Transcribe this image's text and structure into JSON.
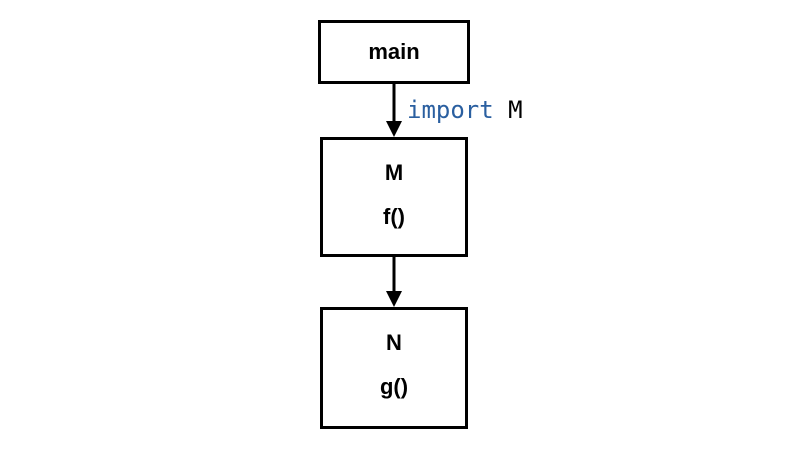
{
  "diagram": {
    "nodes": {
      "main": {
        "label": "main"
      },
      "m": {
        "title": "M",
        "member": "f()"
      },
      "n": {
        "title": "N",
        "member": "g()"
      }
    },
    "edges": [
      {
        "from": "main",
        "to": "M",
        "label_keyword": "import",
        "label_target": "M"
      },
      {
        "from": "M",
        "to": "N"
      }
    ]
  },
  "colors": {
    "stroke": "#000000",
    "keyword": "#2a5fa0",
    "background": "#ffffff"
  }
}
